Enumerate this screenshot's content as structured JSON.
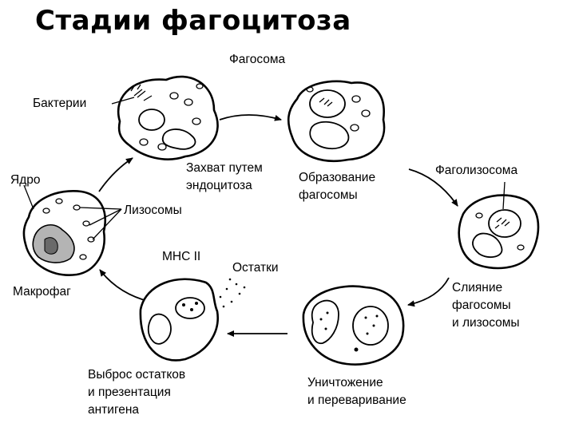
{
  "title": "Стадии фагоцитоза",
  "labels": {
    "phagosome": "Фагосома",
    "bacteria": "Бактерии",
    "capture_1": "Захват путем",
    "capture_2": "эндоцитоза",
    "formation_1": "Образование",
    "formation_2": "фагосомы",
    "phagolysosome": "Фаголизосома",
    "nucleus": "Ядро",
    "lysosomes": "Лизосомы",
    "mhc": "MHC II",
    "remains": "Остатки",
    "macrophage": "Макрофаг",
    "fusion_1": "Слияние",
    "fusion_2": "фагосомы",
    "fusion_3": "и лизосомы",
    "destruction_1": "Уничтожение",
    "destruction_2": "и переваривание",
    "release_1": "Выброс остатков",
    "release_2": "и презентация",
    "release_3": "антигена"
  }
}
